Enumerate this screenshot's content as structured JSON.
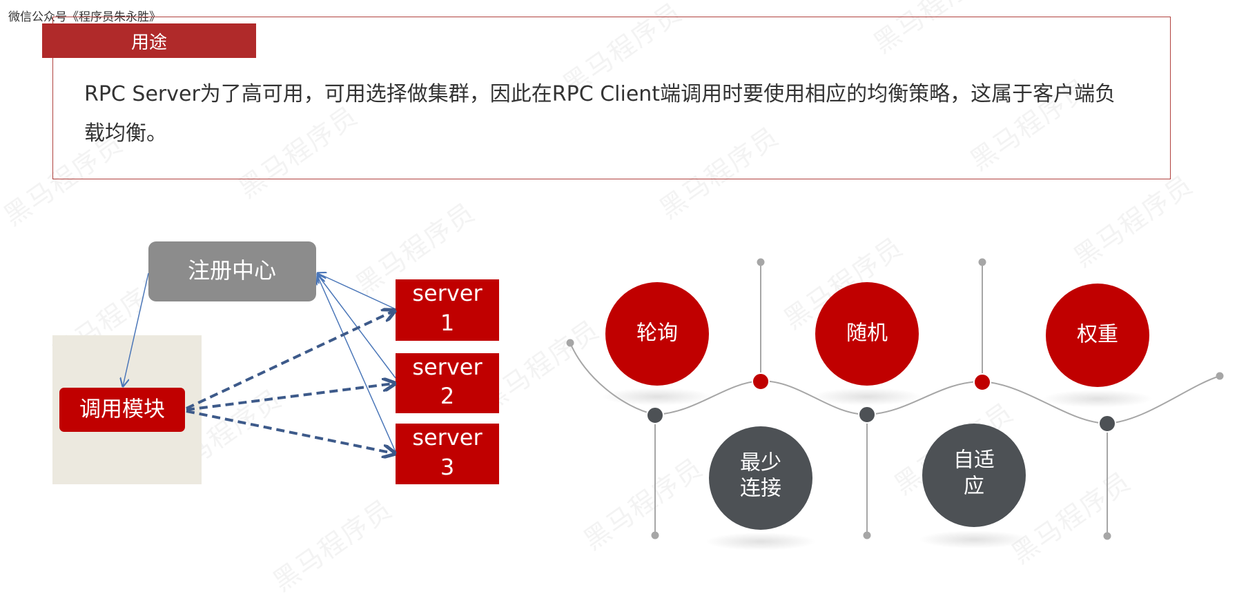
{
  "header": {
    "source_label": "微信公众号《程序员朱永胜》"
  },
  "usage": {
    "tab_label": "用途",
    "description": "RPC Server为了高可用，可用选择做集群，因此在RPC Client端调用时要使用相应的均衡策略，这属于客户端负载均衡。"
  },
  "watermark": {
    "text": "黑马程序员"
  },
  "architecture": {
    "registry_label": "注册中心",
    "caller_label": "调用模块",
    "servers": [
      {
        "line1": "server",
        "line2": "1"
      },
      {
        "line1": "server",
        "line2": "2"
      },
      {
        "line1": "server",
        "line2": "3"
      }
    ]
  },
  "strategies": {
    "top": [
      {
        "label": "轮询"
      },
      {
        "label": "随机"
      },
      {
        "label": "权重"
      }
    ],
    "bottom": [
      {
        "line1": "最少",
        "line2": "连接"
      },
      {
        "line1": "自适",
        "line2": "应"
      }
    ]
  },
  "colors": {
    "brand_red": "#c00000",
    "tab_red": "#b02a2a",
    "registry_gray": "#8c8c8c",
    "dark_gray": "#4d5155",
    "caller_bg": "#ece9df",
    "arrow_blue": "#4a76b8",
    "dash_blue": "#3d5a8a"
  }
}
